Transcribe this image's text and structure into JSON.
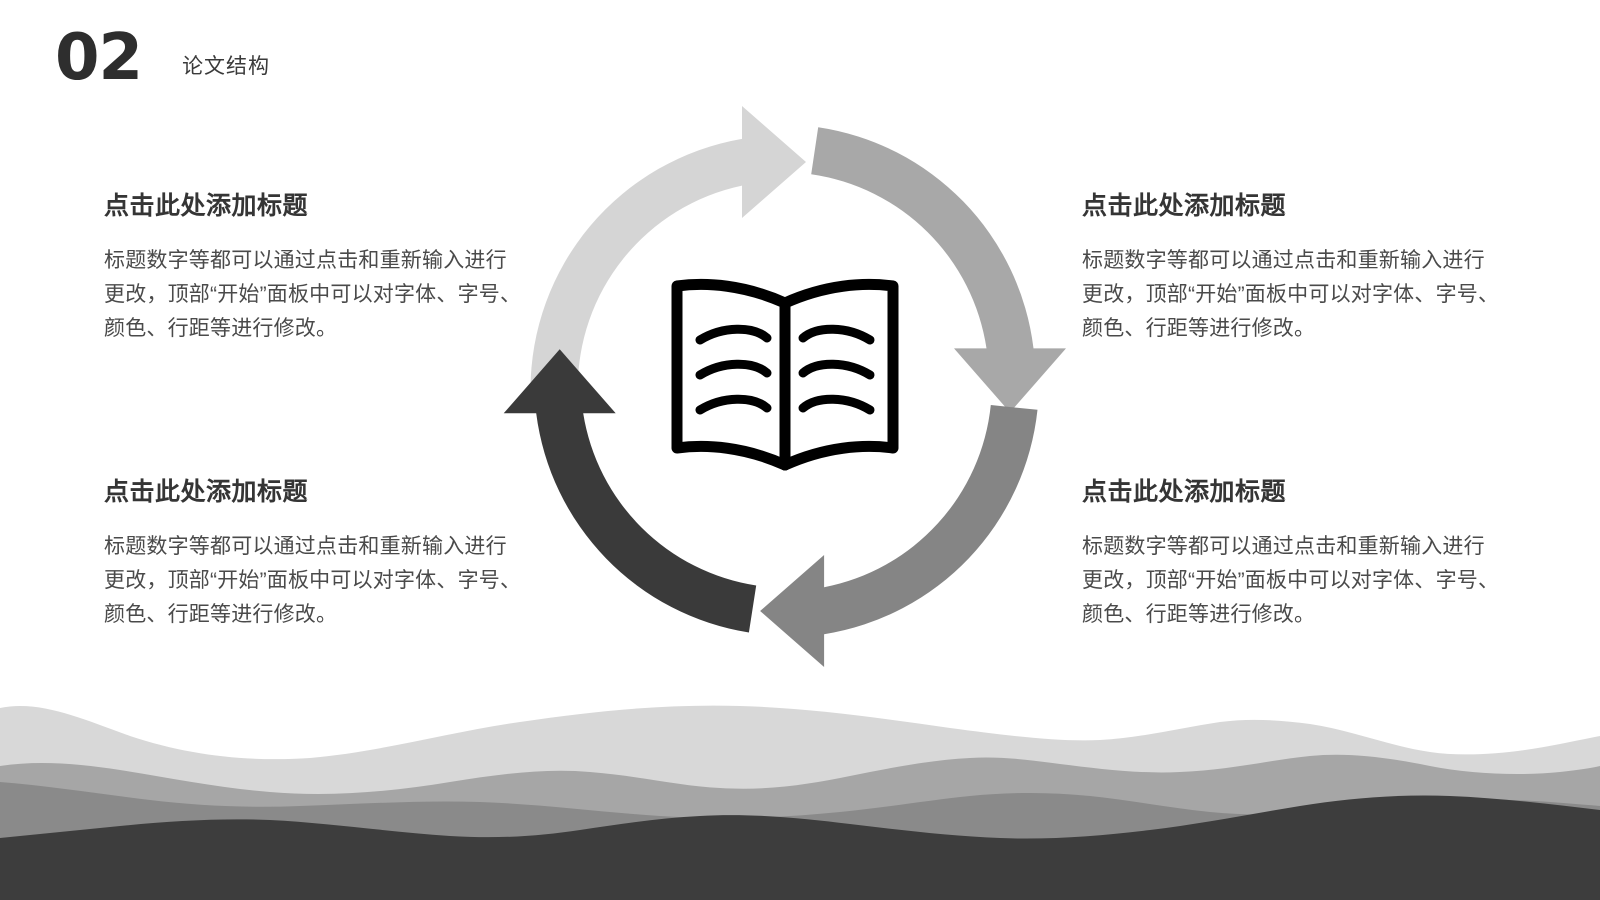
{
  "header": {
    "number": "02",
    "title": "论文结构"
  },
  "blocks": [
    {
      "id": "top-left",
      "title": "点击此处添加标题",
      "body": "标题数字等都可以通过点击和重新输入进行更改，顶部“开始”面板中可以对字体、字号、颜色、行距等进行修改。"
    },
    {
      "id": "top-right",
      "title": "点击此处添加标题",
      "body": "标题数字等都可以通过点击和重新输入进行更改，顶部“开始”面板中可以对字体、字号、颜色、行距等进行修改。"
    },
    {
      "id": "bottom-left",
      "title": "点击此处添加标题",
      "body": "标题数字等都可以通过点击和重新输入进行更改，顶部“开始”面板中可以对字体、字号、颜色、行距等进行修改。"
    },
    {
      "id": "bottom-right",
      "title": "点击此处添加标题",
      "body": "标题数字等都可以通过点击和重新输入进行更改，顶部“开始”面板中可以对字体、字号、颜色、行距等进行修改。"
    }
  ],
  "diagram": {
    "center_icon": "open-book-icon",
    "direction": "clockwise",
    "arrows": [
      {
        "position": "top-left",
        "color": "#d5d5d5"
      },
      {
        "position": "top-right",
        "color": "#a8a8a8"
      },
      {
        "position": "bottom-right",
        "color": "#858585"
      },
      {
        "position": "bottom-left",
        "color": "#3a3a3a"
      }
    ]
  },
  "landscape": {
    "layers": [
      {
        "name": "far-ridge",
        "color": "#d8d8d8"
      },
      {
        "name": "mid-ridge",
        "color": "#a6a6a6"
      },
      {
        "name": "near-ridge",
        "color": "#8a8a8a"
      },
      {
        "name": "foreground",
        "color": "#3d3d3d"
      }
    ]
  },
  "colors": {
    "background": "#ffffff",
    "title_text": "#353535",
    "body_text": "#4a4a4a",
    "number": "#2e2e2e"
  }
}
